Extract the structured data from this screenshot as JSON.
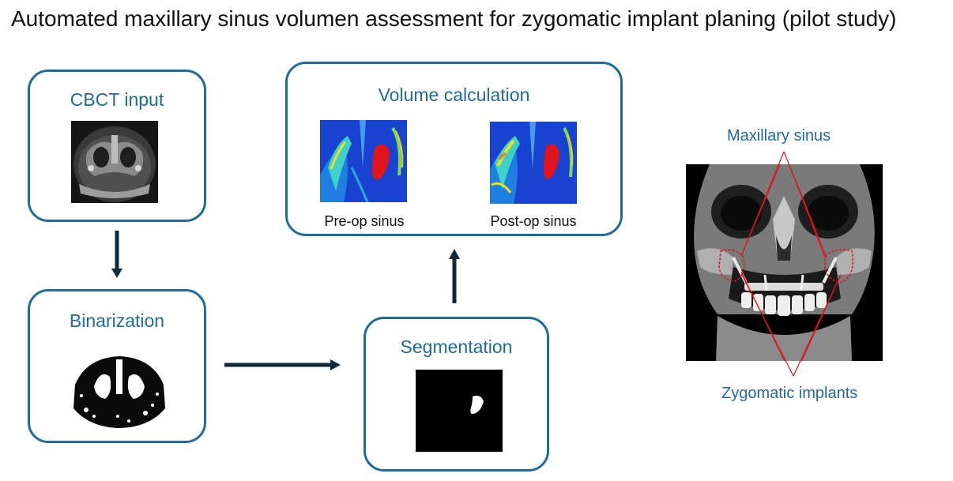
{
  "title": "Automated maxillary sinus volumen assessment for zygomatic implant planing (pilot study)",
  "boxes": {
    "cbct": {
      "label": "CBCT input"
    },
    "binarization": {
      "label": "Binarization"
    },
    "segmentation": {
      "label": "Segmentation"
    },
    "volume": {
      "label": "Volume calculation",
      "pre_caption": "Pre-op sinus",
      "post_caption": "Post-op sinus"
    }
  },
  "skull": {
    "top_label": "Maxillary sinus",
    "bottom_label": "Zygomatic implants"
  },
  "colors": {
    "accent": "#1f6b9a",
    "arrow": "#0e2a3d",
    "highlight": "#e0141c"
  }
}
